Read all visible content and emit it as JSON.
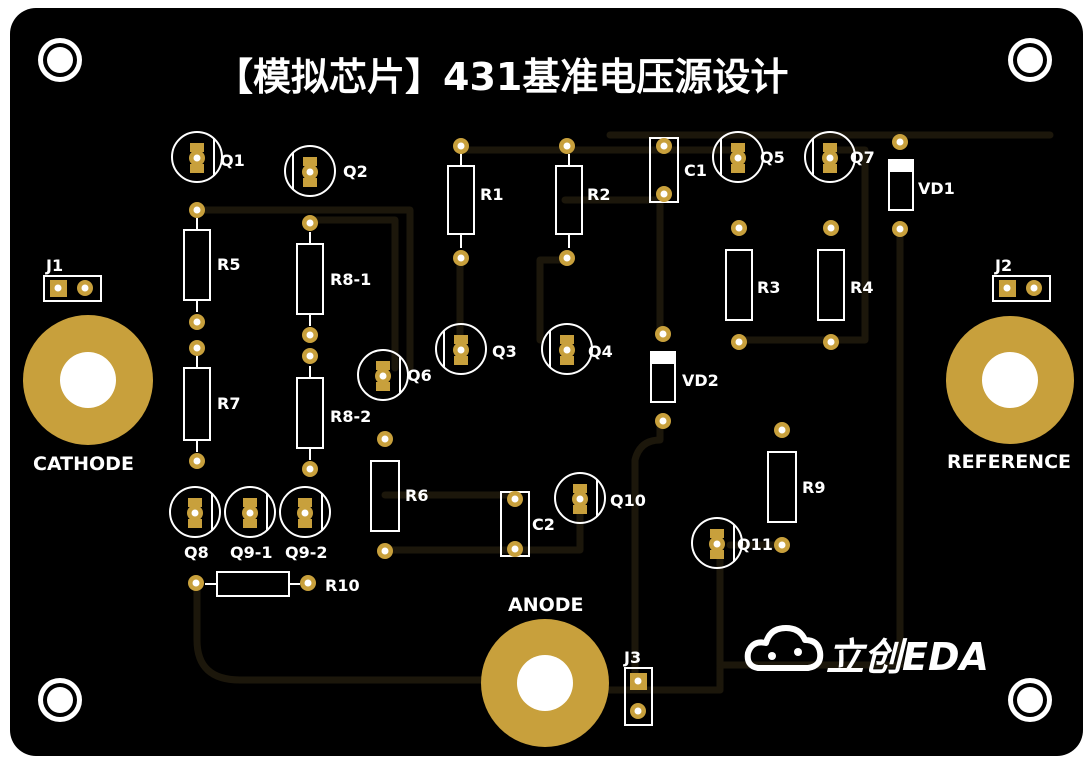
{
  "title": "【模拟芯片】431基准电压源设计",
  "logo_text": "立创EDA",
  "terminals": {
    "cathode": "CATHODE",
    "anode": "ANODE",
    "reference": "REFERENCE"
  },
  "connectors": {
    "j1": "J1",
    "j2": "J2",
    "j3": "J3"
  },
  "transistors": {
    "q1": "Q1",
    "q2": "Q2",
    "q3": "Q3",
    "q4": "Q4",
    "q5": "Q5",
    "q6": "Q6",
    "q7": "Q7",
    "q8": "Q8",
    "q9_1": "Q9-1",
    "q9_2": "Q9-2",
    "q10": "Q10",
    "q11": "Q11"
  },
  "resistors": {
    "r1": "R1",
    "r2": "R2",
    "r3": "R3",
    "r4": "R4",
    "r5": "R5",
    "r6": "R6",
    "r7": "R7",
    "r8_1": "R8-1",
    "r8_2": "R8-2",
    "r9": "R9",
    "r10": "R10"
  },
  "capacitors": {
    "c1": "C1",
    "c2": "C2"
  },
  "diodes": {
    "vd1": "VD1",
    "vd2": "VD2"
  },
  "colors": {
    "board": "#000000",
    "copper_pad": "#c8a03c",
    "pad_hole": "#ffffff",
    "trace": "#1a160c",
    "silkscreen": "#ffffff"
  }
}
